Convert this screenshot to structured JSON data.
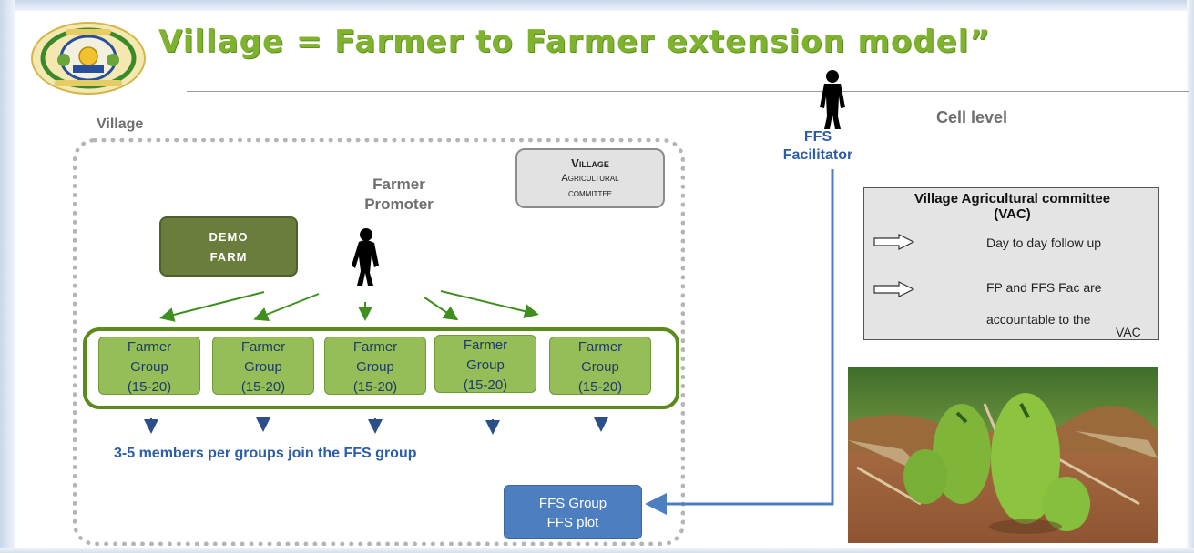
{
  "title": "Village =  Farmer to Farmer extension model”",
  "emblem": {
    "icon": "rwanda-coat-of-arms-icon"
  },
  "village_label": "Village",
  "cell_level_label": "Cell level",
  "vac_box": {
    "line1": "Village",
    "line2": "Agricultural",
    "line3": "committee"
  },
  "farmer_promoter": {
    "line1": "Farmer",
    "line2": "Promoter",
    "icon": "person-silhouette-icon"
  },
  "demo_farm": {
    "line1": "DEMO",
    "line2": "FARM"
  },
  "farmer_groups": [
    {
      "line1": "Farmer",
      "line2": "Group",
      "line3": "(15-20)"
    },
    {
      "line1": "Farmer",
      "line2": "Group",
      "line3": "(15-20)"
    },
    {
      "line1": "Farmer",
      "line2": "Group",
      "line3": "(15-20)"
    },
    {
      "line1": "Farmer",
      "line2": "Group",
      "line3": "(15-20)"
    },
    {
      "line1": "Farmer",
      "line2": "Group",
      "line3": "(15-20)"
    }
  ],
  "members_text": "3-5 members per groups join the FFS group",
  "ffs_group": {
    "line1": "FFS Group",
    "line2": "FFS plot"
  },
  "ffs_facilitator": {
    "line1": "FFS",
    "line2": "Facilitator",
    "icon": "person-silhouette-icon"
  },
  "legend": {
    "title_line1": "Village Agricultural committee",
    "title_line2": "(VAC)",
    "item1": "Day to day follow up",
    "item2_line1": "FP and FFS Fac are",
    "item2_line2": "accountable to the",
    "item2_line3": "VAC"
  },
  "photo": {
    "icon": "banana-harvest-photo"
  },
  "colors": {
    "title_green": "#7fb32f",
    "group_green": "#95bd58",
    "band_green": "#5b8a1d",
    "demo_olive": "#6a7d3c",
    "ffs_blue": "#4d7ec0",
    "text_blue": "#2c5da8",
    "arrow_green": "#3f8f1f",
    "arrow_blue": "#2c4f8a"
  }
}
